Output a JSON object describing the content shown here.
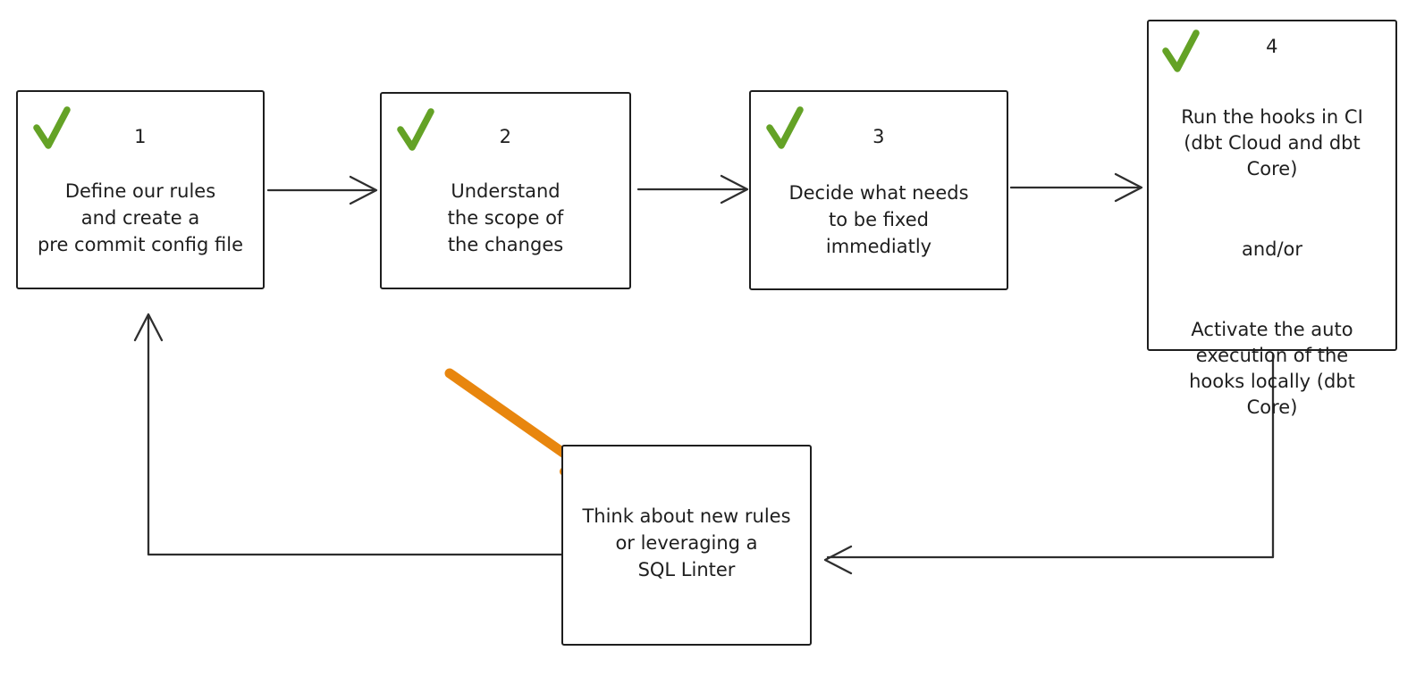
{
  "title": "Pre-commit hooks workflow diagram",
  "colors": {
    "background": "#ffffff",
    "ink": "#1e1e1e",
    "arrow": "#2e2e2e",
    "check_green": "#64a226",
    "highlight_orange": "#e8860e"
  },
  "steps": [
    {
      "number": "1",
      "checked": true,
      "check_icon": "checkmark-icon",
      "text": "Define our rules\nand create a\npre commit config file"
    },
    {
      "number": "2",
      "checked": true,
      "check_icon": "checkmark-icon",
      "text": "Understand\nthe scope of\nthe changes"
    },
    {
      "number": "3",
      "checked": true,
      "check_icon": "checkmark-icon",
      "text": "Decide what needs\nto be fixed\nimmediatly"
    },
    {
      "number": "4",
      "checked": true,
      "check_icon": "checkmark-icon",
      "text_top": "Run the hooks in CI\n(dbt Cloud and dbt\nCore)",
      "connector": "and/or",
      "text_bottom": "Activate the auto\nexecution of the\nhooks locally (dbt\nCore)"
    }
  ],
  "loop_box": {
    "text": "Think about new rules\nor leveraging a\nSQL Linter"
  },
  "connections": [
    {
      "from": "step-1",
      "to": "step-2"
    },
    {
      "from": "step-2",
      "to": "step-3"
    },
    {
      "from": "step-3",
      "to": "step-4"
    },
    {
      "from": "step-4",
      "to": "loop-box"
    },
    {
      "from": "loop-box",
      "to": "step-1"
    }
  ]
}
